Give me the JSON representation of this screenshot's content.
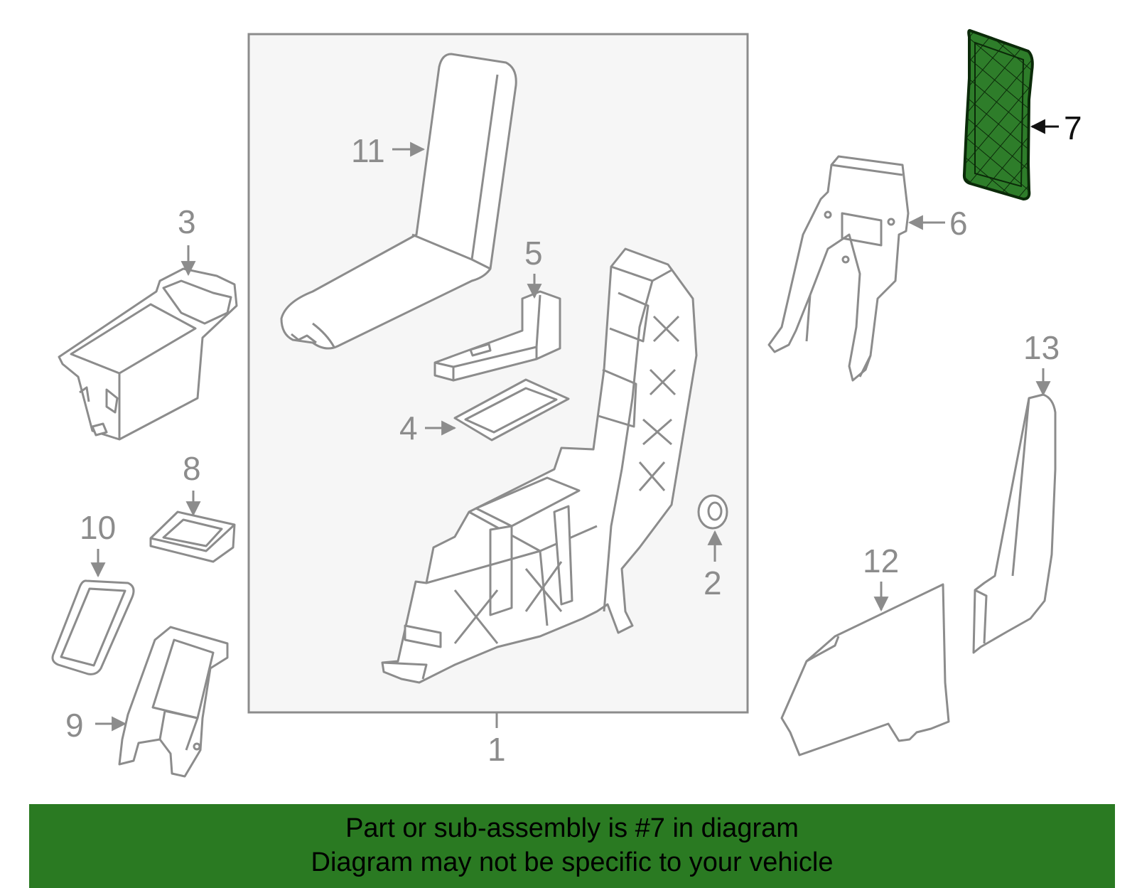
{
  "diagram": {
    "callouts": {
      "p1": "1",
      "p2": "2",
      "p3": "3",
      "p4": "4",
      "p5": "5",
      "p6": "6",
      "p7": "7",
      "p8": "8",
      "p9": "9",
      "p10": "10",
      "p11": "11",
      "p12": "12",
      "p13": "13"
    },
    "highlighted_part": "7",
    "colors": {
      "highlight_fill": "#2e7d2a",
      "line": "#8c8c8c",
      "assembly_box_fill": "#f6f6f6",
      "banner_bg": "#2a7a22"
    }
  },
  "banner": {
    "line1": "Part or sub-assembly is #7 in diagram",
    "line2": "Diagram may not be specific to your vehicle"
  }
}
